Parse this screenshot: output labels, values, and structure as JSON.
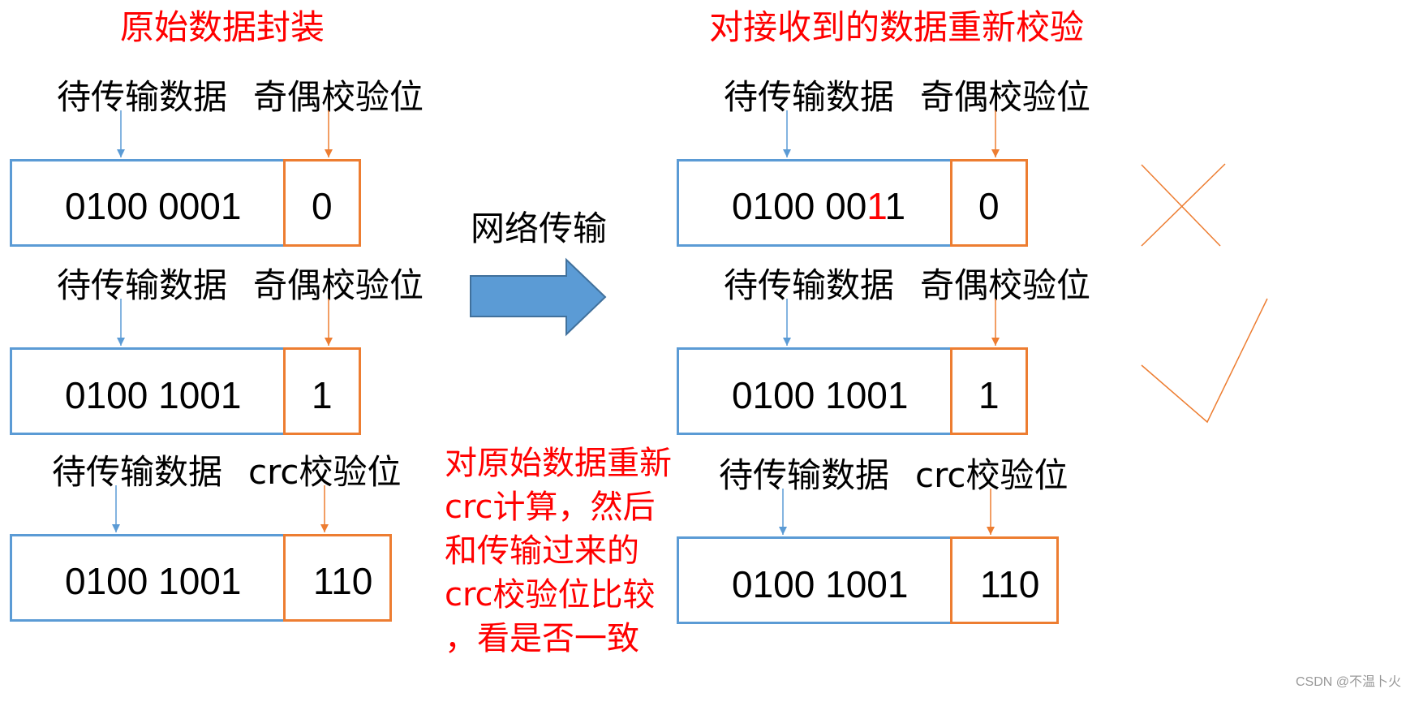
{
  "colors": {
    "accent_red": "#ff0000",
    "data_box_border": "#5b9bd5",
    "parity_box_border": "#ed7d31",
    "arrow_fill": "#5b9bd5",
    "arrow_stroke": "#41719c",
    "mark_color": "#ed7d31"
  },
  "left": {
    "title": "原始数据封装",
    "rows": [
      {
        "data_label": "待传输数据",
        "check_label": "奇偶校验位",
        "data": "0100 0001",
        "check": "0"
      },
      {
        "data_label": "待传输数据",
        "check_label": "奇偶校验位",
        "data": "0100 1001",
        "check": "1"
      },
      {
        "data_label": "待传输数据",
        "check_label": "crc校验位",
        "data": "0100 1001",
        "check": "110"
      }
    ]
  },
  "middle": {
    "transfer_label": "网络传输",
    "arrow_icon": "right-block-arrow",
    "note_lines": [
      "对原始数据重新",
      "crc计算，然后",
      "和传输过来的",
      "crc校验位比较",
      "，看是否一致"
    ]
  },
  "right": {
    "title": "对接收到的数据重新校验",
    "rows": [
      {
        "data_label": "待传输数据",
        "check_label": "奇偶校验位",
        "data_prefix": "0100 00",
        "data_error": "1",
        "data_suffix": "1",
        "check": "0",
        "result_icon": "cross-mark"
      },
      {
        "data_label": "待传输数据",
        "check_label": "奇偶校验位",
        "data": "0100 1001",
        "check": "1",
        "result_icon": "check-mark"
      },
      {
        "data_label": "待传输数据",
        "check_label": "crc校验位",
        "data": "0100 1001",
        "check": "110"
      }
    ]
  },
  "watermark": "CSDN @不温卜火"
}
